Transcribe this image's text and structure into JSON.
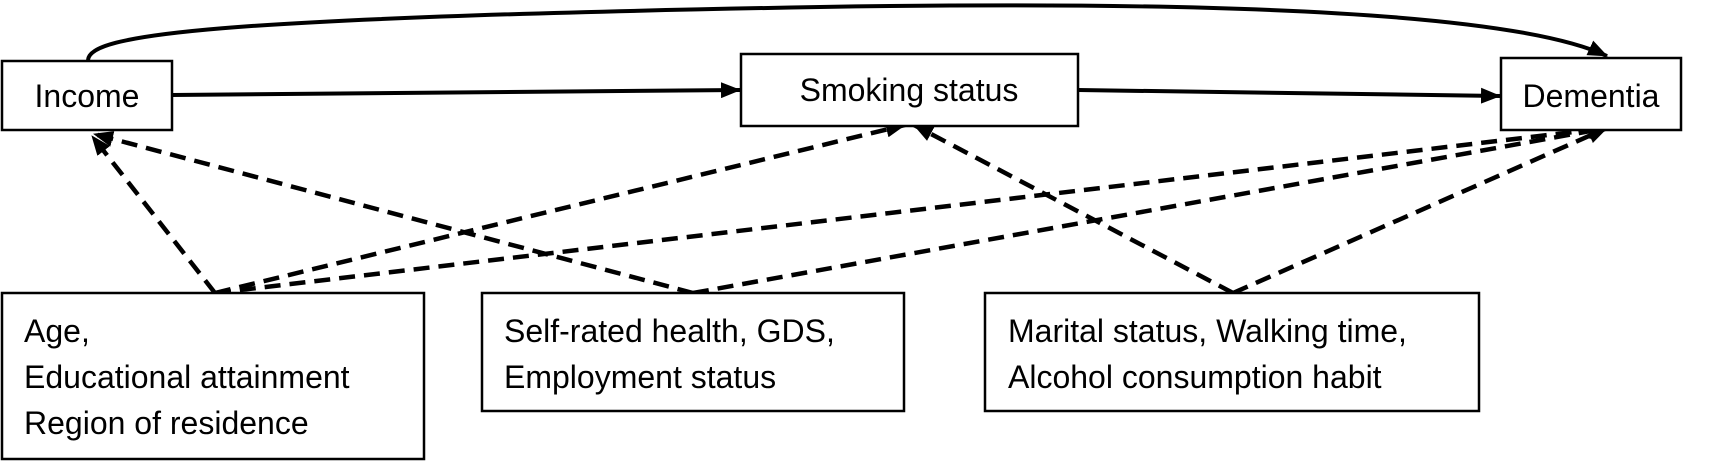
{
  "nodes": {
    "income": "Income",
    "smoking": "Smoking status",
    "dementia": "Dementia",
    "confounders_1": [
      "Age,",
      "Educational attainment",
      "Region of residence"
    ],
    "confounders_2": [
      "Self-rated health, GDS,",
      "Employment status"
    ],
    "confounders_3": [
      "Marital status, Walking time,",
      "Alcohol consumption habit"
    ]
  },
  "edges": [
    {
      "from": "income",
      "to": "dementia",
      "style": "solid"
    },
    {
      "from": "income",
      "to": "smoking",
      "style": "solid"
    },
    {
      "from": "smoking",
      "to": "dementia",
      "style": "solid"
    },
    {
      "from": "confounders_1",
      "to": "income",
      "style": "dashed"
    },
    {
      "from": "confounders_1",
      "to": "smoking",
      "style": "dashed"
    },
    {
      "from": "confounders_1",
      "to": "dementia",
      "style": "dashed"
    },
    {
      "from": "confounders_2",
      "to": "income",
      "style": "dashed"
    },
    {
      "from": "confounders_2",
      "to": "dementia",
      "style": "dashed"
    },
    {
      "from": "confounders_3",
      "to": "smoking",
      "style": "dashed"
    },
    {
      "from": "confounders_3",
      "to": "dementia",
      "style": "dashed"
    }
  ],
  "colors": {
    "stroke": "#000000",
    "background": "#ffffff"
  }
}
